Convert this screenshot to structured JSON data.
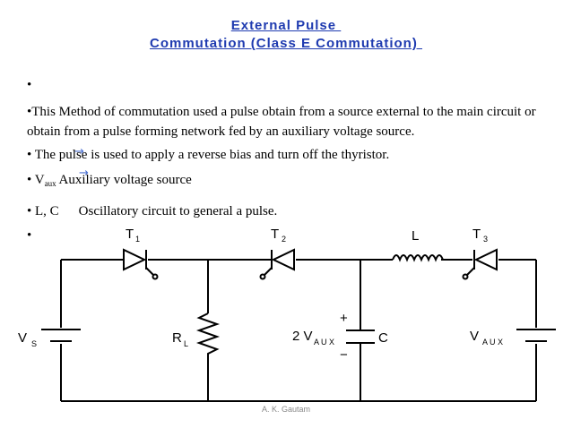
{
  "title": {
    "line1": "External Pulse ",
    "line2": "Commutation (Class E Commutation) "
  },
  "bullets": {
    "empty1": "•",
    "method": "•This  Method of commutation used a pulse obtain from a source external to the main circuit or obtain from a pulse forming network fed by an auxiliary voltage source.",
    "pulse": "• The pulse is used to apply a reverse bias and turn off the thyristor.",
    "vaux_prefix": "• V",
    "vaux_sub": "aux",
    "vaux_desc": "Auxiliary voltage source",
    "lc_prefix": "• L, C",
    "lc_desc": "Oscillatory circuit to general a pulse.",
    "empty2": "•"
  },
  "arrows": {
    "arrow1": "→",
    "arrow2": "→"
  },
  "circuit": {
    "t1": "T",
    "t1_sub": "1",
    "t2": "T",
    "t2_sub": "2",
    "l": "L",
    "t3": "T",
    "t3_sub": "3",
    "vs": "V",
    "vs_sub": "S",
    "rl": "R",
    "rl_sub": "L",
    "v2": "2 V",
    "v2_sub": "A U X",
    "plus": "+",
    "minus": "−",
    "c": "C",
    "vaux": "V",
    "vaux_sub": "A U X"
  },
  "footer": "A. K. Gautam"
}
